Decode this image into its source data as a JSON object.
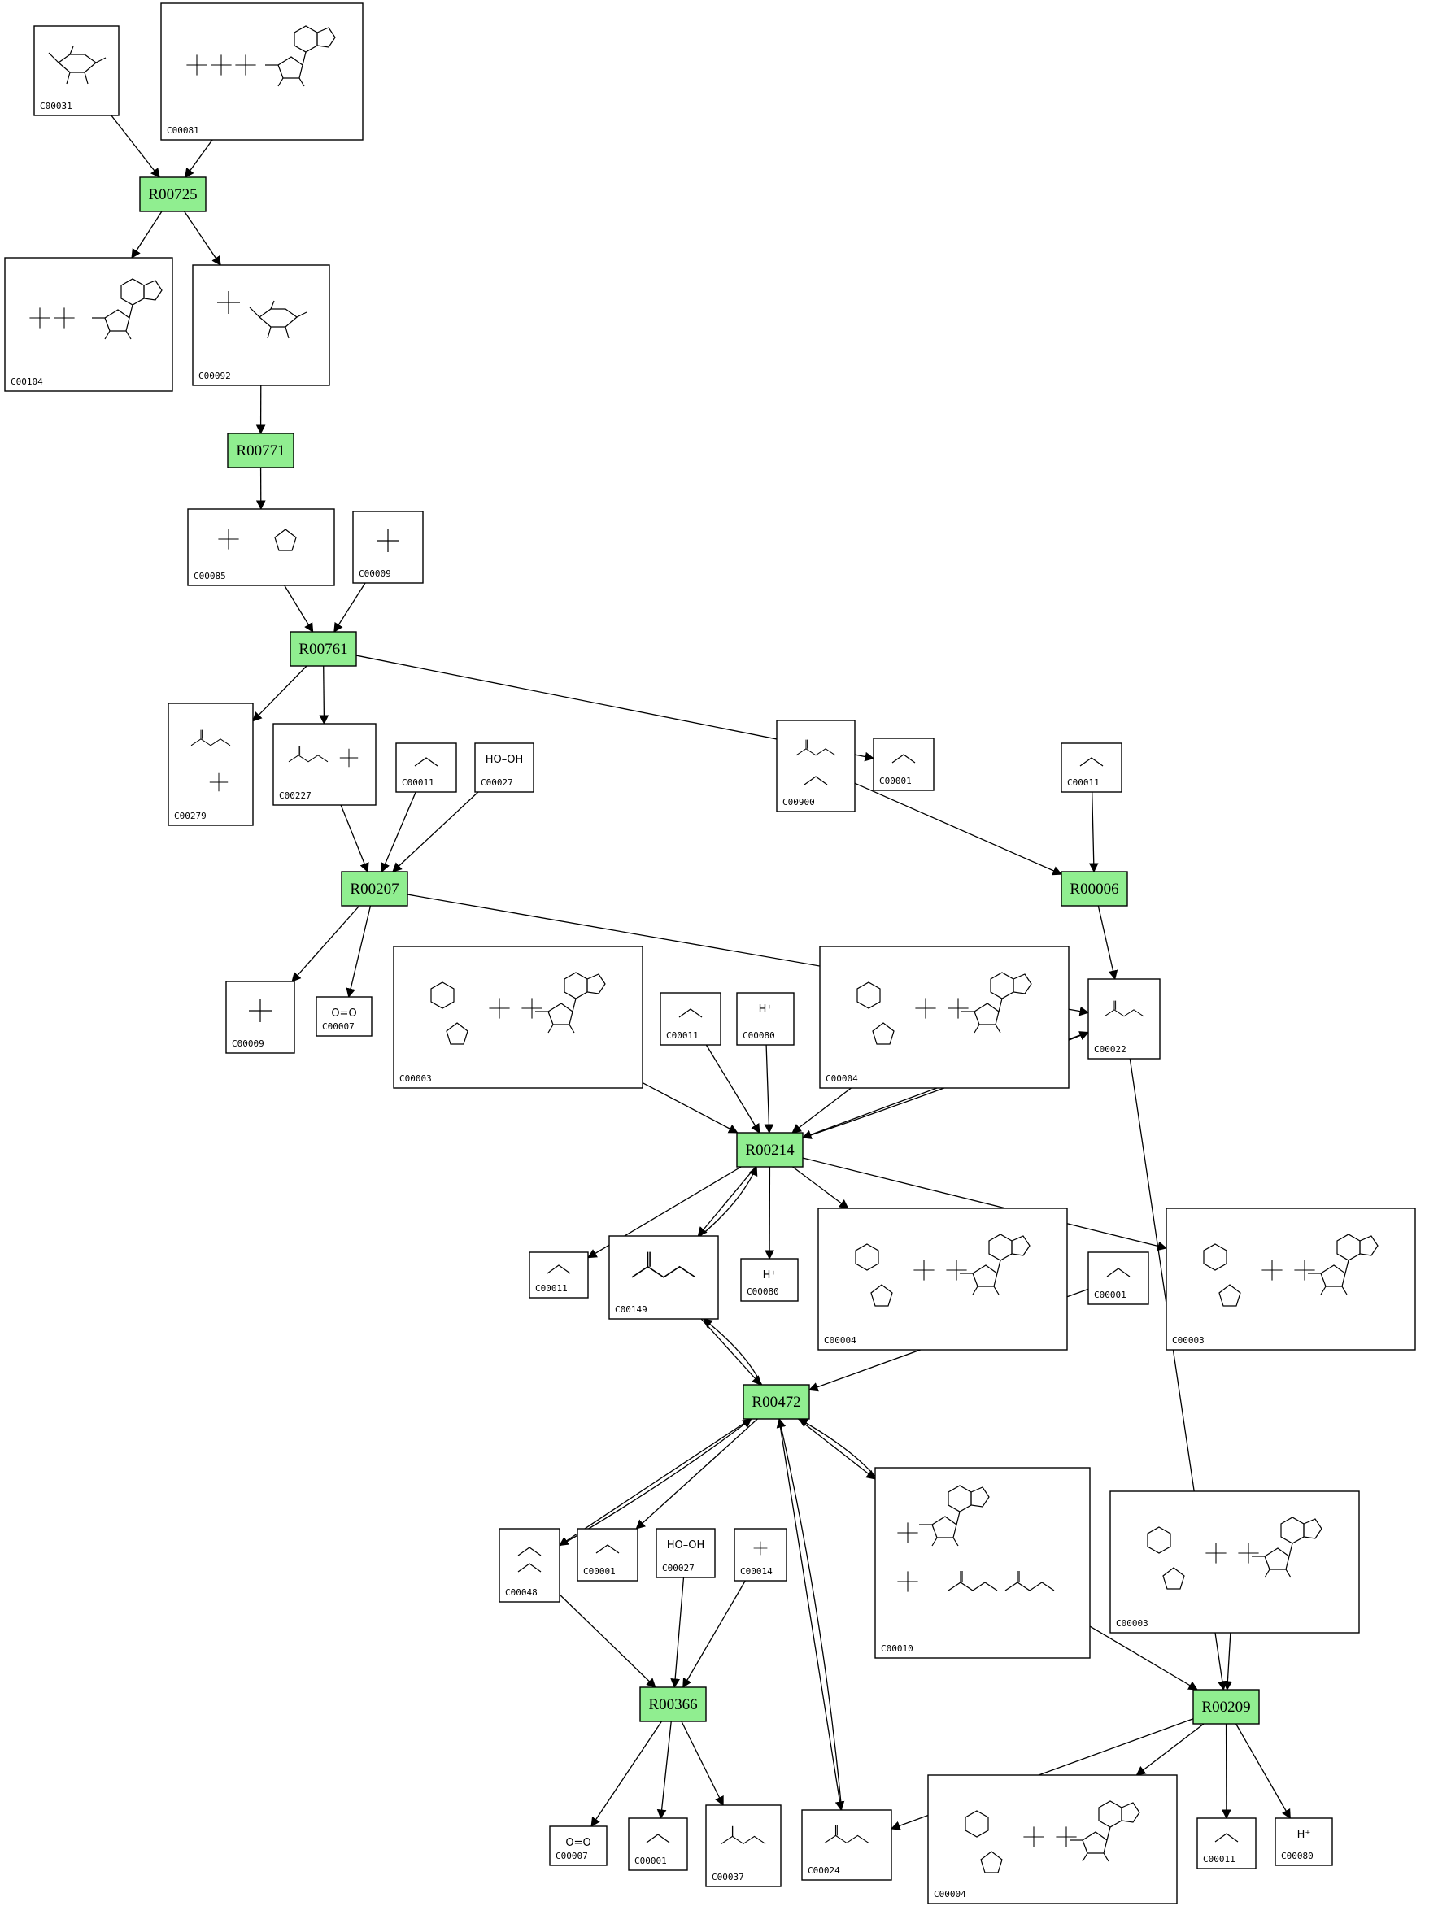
{
  "reactions": [
    {
      "id": "R00725",
      "label": "R00725"
    },
    {
      "id": "R00771",
      "label": "R00771"
    },
    {
      "id": "R00761",
      "label": "R00761"
    },
    {
      "id": "R00207",
      "label": "R00207"
    },
    {
      "id": "R00006",
      "label": "R00006"
    },
    {
      "id": "R00214",
      "label": "R00214"
    },
    {
      "id": "R00472",
      "label": "R00472"
    },
    {
      "id": "R00366",
      "label": "R00366"
    },
    {
      "id": "R00209",
      "label": "R00209"
    }
  ],
  "compounds": [
    {
      "key": "c00031",
      "label": "C00031",
      "formula": ""
    },
    {
      "key": "c00081",
      "label": "C00081",
      "formula": ""
    },
    {
      "key": "c00104",
      "label": "C00104",
      "formula": ""
    },
    {
      "key": "c00092",
      "label": "C00092",
      "formula": ""
    },
    {
      "key": "c00085",
      "label": "C00085",
      "formula": ""
    },
    {
      "key": "c00009a",
      "label": "C00009",
      "formula": ""
    },
    {
      "key": "c00279",
      "label": "C00279",
      "formula": ""
    },
    {
      "key": "c00227",
      "label": "C00227",
      "formula": ""
    },
    {
      "key": "c00011a",
      "label": "C00011",
      "formula": ""
    },
    {
      "key": "c00027a",
      "label": "C00027",
      "formula": "HO–OH"
    },
    {
      "key": "c00900",
      "label": "C00900",
      "formula": ""
    },
    {
      "key": "c00001a",
      "label": "C00001",
      "formula": ""
    },
    {
      "key": "c00011b",
      "label": "C00011",
      "formula": ""
    },
    {
      "key": "c00009b",
      "label": "C00009",
      "formula": ""
    },
    {
      "key": "c00007a",
      "label": "C00007",
      "formula": "O=O"
    },
    {
      "key": "c00003a",
      "label": "C00003",
      "formula": ""
    },
    {
      "key": "c00011c",
      "label": "C00011",
      "formula": ""
    },
    {
      "key": "c00080a",
      "label": "C00080",
      "formula": "H⁺"
    },
    {
      "key": "c00004a",
      "label": "C00004",
      "formula": ""
    },
    {
      "key": "c00022",
      "label": "C00022",
      "formula": ""
    },
    {
      "key": "c00011d",
      "label": "C00011",
      "formula": ""
    },
    {
      "key": "c00149",
      "label": "C00149",
      "formula": ""
    },
    {
      "key": "c00080b",
      "label": "C00080",
      "formula": "H⁺"
    },
    {
      "key": "c00004b",
      "label": "C00004",
      "formula": ""
    },
    {
      "key": "c00001b",
      "label": "C00001",
      "formula": ""
    },
    {
      "key": "c00003b",
      "label": "C00003",
      "formula": ""
    },
    {
      "key": "c00048",
      "label": "C00048",
      "formula": ""
    },
    {
      "key": "c00001c",
      "label": "C00001",
      "formula": ""
    },
    {
      "key": "c00027b",
      "label": "C00027",
      "formula": "HO–OH"
    },
    {
      "key": "c00014",
      "label": "C00014",
      "formula": ""
    },
    {
      "key": "c00010",
      "label": "C00010",
      "formula": ""
    },
    {
      "key": "c00003c",
      "label": "C00003",
      "formula": ""
    },
    {
      "key": "c00007b",
      "label": "C00007",
      "formula": "O=O"
    },
    {
      "key": "c00001d",
      "label": "C00001",
      "formula": ""
    },
    {
      "key": "c00037",
      "label": "C00037",
      "formula": ""
    },
    {
      "key": "c00024",
      "label": "C00024",
      "formula": ""
    },
    {
      "key": "c00004c",
      "label": "C00004",
      "formula": ""
    },
    {
      "key": "c00011e",
      "label": "C00011",
      "formula": ""
    },
    {
      "key": "c00080c",
      "label": "C00080",
      "formula": "H⁺"
    }
  ],
  "edges": [
    [
      "c00031",
      "R00725"
    ],
    [
      "c00081",
      "R00725"
    ],
    [
      "R00725",
      "c00104"
    ],
    [
      "R00725",
      "c00092"
    ],
    [
      "c00092",
      "R00771"
    ],
    [
      "R00771",
      "c00085"
    ],
    [
      "c00085",
      "R00761"
    ],
    [
      "c00009a",
      "R00761"
    ],
    [
      "R00761",
      "c00279"
    ],
    [
      "R00761",
      "c00227"
    ],
    [
      "R00761",
      "c00001a"
    ],
    [
      "c00227",
      "R00207"
    ],
    [
      "c00011a",
      "R00207"
    ],
    [
      "c00027a",
      "R00207"
    ],
    [
      "R00207",
      "c00009b"
    ],
    [
      "R00207",
      "c00007a"
    ],
    [
      "R00207",
      "c00022"
    ],
    [
      "c00900",
      "R00006"
    ],
    [
      "c00011b",
      "R00006"
    ],
    [
      "R00006",
      "c00022"
    ],
    [
      "c00003a",
      "R00214"
    ],
    [
      "c00011c",
      "R00214"
    ],
    [
      "c00080a",
      "R00214"
    ],
    [
      "c00004a",
      "R00214"
    ],
    [
      "c00022",
      "R00214"
    ],
    [
      "R00214",
      "c00022"
    ],
    [
      "R00214",
      "c00011d"
    ],
    [
      "R00214",
      "c00149"
    ],
    [
      "c00149",
      "R00214"
    ],
    [
      "R00214",
      "c00080b"
    ],
    [
      "R00214",
      "c00004b"
    ],
    [
      "R00214",
      "c00003b"
    ],
    [
      "c00149",
      "R00472"
    ],
    [
      "R00472",
      "c00149"
    ],
    [
      "c00001b",
      "R00472"
    ],
    [
      "R00472",
      "c00048"
    ],
    [
      "c00048",
      "R00472"
    ],
    [
      "R00472",
      "c00001c"
    ],
    [
      "R00472",
      "c00010"
    ],
    [
      "c00010",
      "R00472"
    ],
    [
      "R00472",
      "c00024"
    ],
    [
      "c00024",
      "R00472"
    ],
    [
      "c00048",
      "R00366"
    ],
    [
      "c00027b",
      "R00366"
    ],
    [
      "c00014",
      "R00366"
    ],
    [
      "R00366",
      "c00007b"
    ],
    [
      "R00366",
      "c00001d"
    ],
    [
      "R00366",
      "c00037"
    ],
    [
      "c00010",
      "R00209"
    ],
    [
      "c00003c",
      "R00209"
    ],
    [
      "c00022",
      "R00209"
    ],
    [
      "R00209",
      "c00024"
    ],
    [
      "R00209",
      "c00004c"
    ],
    [
      "R00209",
      "c00011e"
    ],
    [
      "R00209",
      "c00080c"
    ]
  ]
}
